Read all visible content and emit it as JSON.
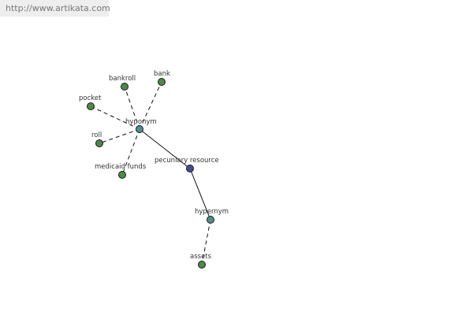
{
  "site_link": "http://www.artikata.com",
  "graph": {
    "nodes": [
      {
        "id": "pecuniary-resource",
        "label": "pecuniary resource",
        "type": "center",
        "color": "#3b4f96"
      },
      {
        "id": "hyponym",
        "label": "hyponym",
        "type": "relation",
        "color": "#4f8f8b"
      },
      {
        "id": "hypernym",
        "label": "hypernym",
        "type": "relation",
        "color": "#4f8f8b"
      },
      {
        "id": "bankroll",
        "label": "bankroll",
        "type": "term",
        "color": "#4b8a48"
      },
      {
        "id": "bank",
        "label": "bank",
        "type": "term",
        "color": "#4b8a48"
      },
      {
        "id": "pocket",
        "label": "pocket",
        "type": "term",
        "color": "#4b8a48"
      },
      {
        "id": "roll",
        "label": "roll",
        "type": "term",
        "color": "#4b8a48"
      },
      {
        "id": "medicaid-funds",
        "label": "medicaid funds",
        "type": "term",
        "color": "#4b8a48"
      },
      {
        "id": "assets",
        "label": "assets",
        "type": "term",
        "color": "#4b8a48"
      }
    ],
    "edges": [
      {
        "from": "pecuniary-resource",
        "to": "hyponym",
        "style": "solid"
      },
      {
        "from": "pecuniary-resource",
        "to": "hypernym",
        "style": "solid"
      },
      {
        "from": "hyponym",
        "to": "bankroll",
        "style": "dashed"
      },
      {
        "from": "hyponym",
        "to": "bank",
        "style": "dashed"
      },
      {
        "from": "hyponym",
        "to": "pocket",
        "style": "dashed"
      },
      {
        "from": "hyponym",
        "to": "roll",
        "style": "dashed"
      },
      {
        "from": "hyponym",
        "to": "medicaid-funds",
        "style": "dashed"
      },
      {
        "from": "hypernym",
        "to": "assets",
        "style": "dashed"
      }
    ]
  }
}
